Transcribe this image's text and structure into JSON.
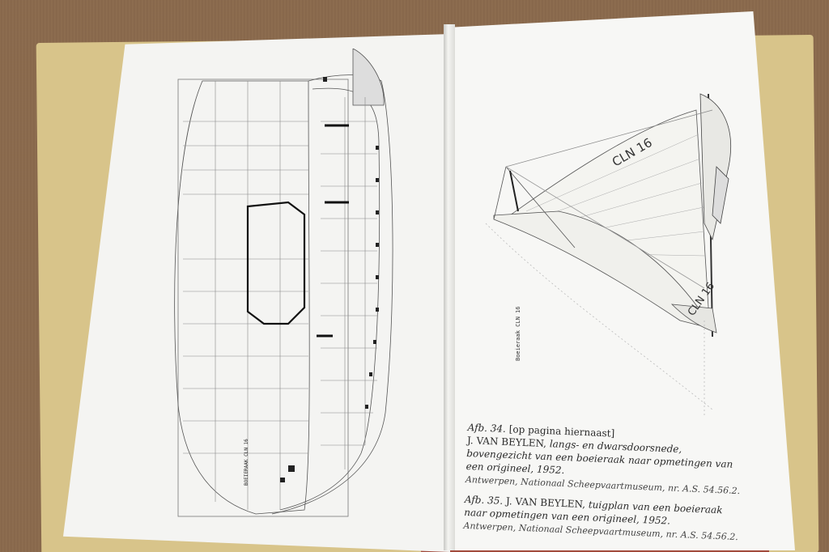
{
  "blueprint_left": {
    "title": "BOEIERAAK CLN 16"
  },
  "sailplan_right": {
    "sail_mark_main": "CLN 16",
    "sail_mark_hull": "CLN 16",
    "side_title": "Boeieraak CLN 16"
  },
  "captions": {
    "fig34_label": "Afb. 34.",
    "fig34_ref": "[op pagina hiernaast]",
    "fig34_author": "J. VAN BEYLEN,",
    "fig34_text": "langs- en dwarsdoorsnede, bovengezicht van een boeieraak naar opmetingen van een origineel, 1952.",
    "fig34_source": "Antwerpen, Nationaal Scheepvaartmuseum, nr. A.S. 54.56.2.",
    "fig35_label": "Afb. 35.",
    "fig35_author": "J. VAN BEYLEN,",
    "fig35_text": "tuigplan van een boeieraak naar opmetingen van een origineel, 1952.",
    "fig35_source": "Antwerpen, Nationaal Scheepvaartmuseum, nr. A.S. 54.56.2."
  },
  "colors": {
    "paper": "#f4f4f2",
    "ink": "#2a2a2a",
    "cover": "#d8c48a",
    "table": "#8a6a4c"
  }
}
